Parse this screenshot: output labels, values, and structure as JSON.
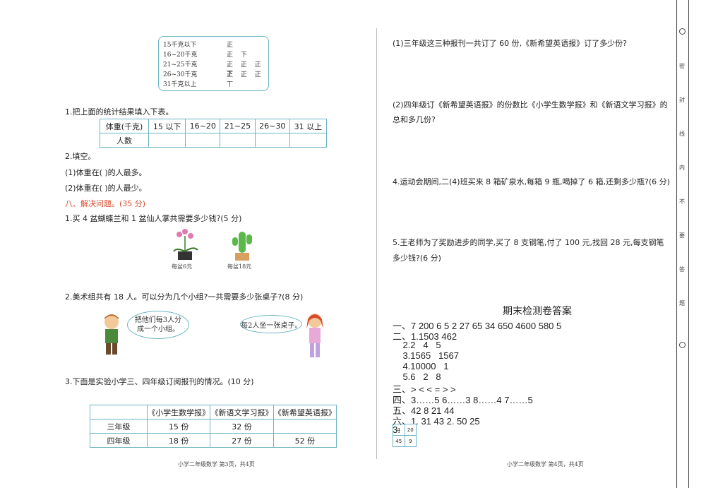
{
  "tally": [
    {
      "label": "15千克以下",
      "mark": "正"
    },
    {
      "label": "16~20千克",
      "mark": "正 下"
    },
    {
      "label": "21~25千克",
      "mark": "正 正 正 下"
    },
    {
      "label": "26~30千克",
      "mark": "正 正 正"
    },
    {
      "label": "31千克以上",
      "mark": "丅"
    }
  ],
  "q1": "1.把上面的统计结果填入下表。",
  "weight_table": {
    "headers": [
      "体重(千克)",
      "15 以下",
      "16~20",
      "21~25",
      "26~30",
      "31 以上"
    ],
    "row_label": "人数"
  },
  "q2": "2.填空。",
  "q2_1": "(1)体重在(            )的人最多。",
  "q2_2": "(2)体重在(            )的人最少。",
  "section8": "八、解决问题。(35 分)",
  "p1": "1.买 4 盆蝴蝶兰和 1 盆仙人掌共需要多少钱?(5 分)",
  "orchid_price": "每盆6元",
  "cactus_price": "每盆18元",
  "p2": "2.美术组共有 18 人。可以分为几个小组?一共需要多少张桌子?(8 分)",
  "bubble1": "把他们每3人分成一个小组。",
  "bubble2": "每2人坐一张桌子。",
  "p3": "3.下面是实验小学三、四年级订阅报刊的情况。(10 分)",
  "paper_table": {
    "headers": [
      "",
      "《小学生数学报》",
      "《新语文学习报》",
      "《新希望英语报》"
    ],
    "rows": [
      [
        "三年级",
        "15 份",
        "32 份",
        ""
      ],
      [
        "四年级",
        "18 份",
        "27 份",
        "52 份"
      ]
    ]
  },
  "footer_left": "小学二年级数学  第3页，共4页",
  "r1": "(1)三年级这三种报刊一共订了 60 份,《新希望英语报》订了多少份?",
  "r2a": "(2)四年级订《新希望英语报》的份数比《小学生数学报》和《新语文学习报》的",
  "r2b": "总和多几份?",
  "r4": "4.运动会期间,二(4)班买来 8 箱矿泉水,每箱 9 瓶,喝掉了 6 箱,还剩多少瓶?(6 分)",
  "r5a": "5.王老师为了奖励进步的同学,买了 8 支钢笔,付了 100 元,找回 28 元,每支钢笔",
  "r5b": "多少钱?(6 分)",
  "answer_title": "期末检测卷答案",
  "answers": [
    "一、7   200   6   5   2   27   65   34   650   4600   580   5",
    "二、1.1503   462",
    "    2.2   4   5",
    "    3.1565   1567",
    "    4.10000   1",
    "    5.6   2   8",
    "三、>   <   <   =   >   >",
    "四、3……5   6……3   8……4   7……5",
    "五、42   8   21   44",
    "六、1. 31   43   2. 50   25",
    "3."
  ],
  "answer_grid": [
    "4",
    "20",
    "45",
    "9"
  ],
  "footer_right": "小学二年级数学  第4页，共4页",
  "binding_chars": [
    "密",
    "封",
    "线",
    "内",
    "不",
    "要",
    "答",
    "题"
  ]
}
